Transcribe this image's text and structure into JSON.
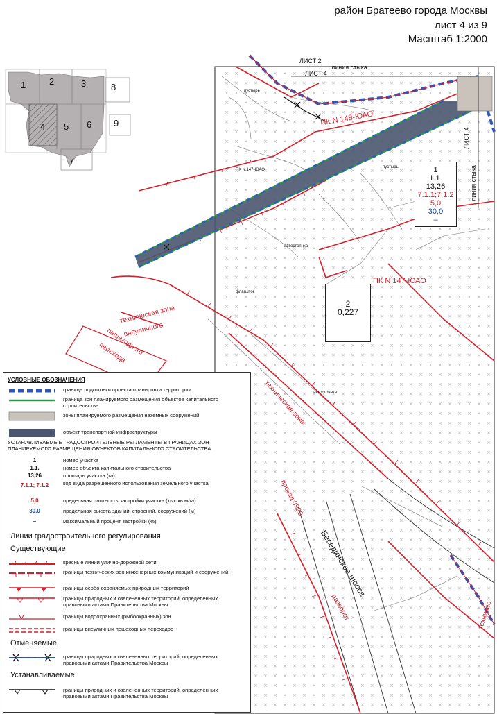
{
  "header": {
    "district": "район Братеево города Москвы",
    "sheet": "лист 4 из 9",
    "scale": "Масштаб 1:2000"
  },
  "index_map": {
    "cells": [
      "1",
      "2",
      "3",
      "4",
      "5",
      "6",
      "7",
      "8",
      "9"
    ],
    "current": "4"
  },
  "map_labels": {
    "sheet2": "ЛИСТ 2",
    "sheet4_top": "ЛИСТ 4",
    "junction_top": "линия стыка",
    "pk_top": "ПК N 148-ЮАО",
    "pk_small": "ПК N 147-ЮАО",
    "pk_main": "ПК N 147-ЮАО",
    "sheet4_right": "ЛИСТ 4",
    "junction_right": "линия стыка",
    "tech_zone": "техническая зона",
    "offstreet": "внеуличного",
    "pedestrian": "пешеходного",
    "crossing": "перехода",
    "tech_zone2": "техническая зона",
    "road": "Бесединское шоссе",
    "proezd": "проезд 3920",
    "razvorot": "разворот",
    "parking1": "автостоянка",
    "parking2": "автостоянка",
    "wasteland1": "пустырь",
    "wasteland2": "пустырь",
    "flagpole": "флагшток",
    "tech_right": "техничес"
  },
  "parcel1": {
    "number": "1",
    "object": "1.1.",
    "area": "13,26",
    "use_code": "7.1.1;7.1.2",
    "density": "5,0",
    "height": "30,0",
    "percent": "–"
  },
  "parcel2": {
    "number": "2",
    "area": "0,227"
  },
  "legend": {
    "title": "УСЛОВНЫЕ ОБОЗНАЧЕНИЯ",
    "items": [
      "граница подготовки проекта планировки территории",
      "граница зон планируемого размещения объектов капитального строительства",
      "зоны планируемого размещения наземных сооружений",
      "объект транспортной инфраструктуры"
    ],
    "reg_title": "УСТАНАВЛИВАЕМЫЕ ГРАДОСТРОИТЕЛЬНЫЕ РЕГЛАМЕНТЫ В ГРАНИЦАХ ЗОН ПЛАНИРУЕМОГО РАЗМЕЩЕНИЯ ОБЪЕКТОВ КАПИТАЛЬНОГО СТРОИТЕЛЬСТВА",
    "regs": [
      {
        "code": "1",
        "text": "номер участка"
      },
      {
        "code": "1.1.",
        "text": "номер объекта капитального строительства"
      },
      {
        "code": "13,26",
        "text": "площадь участка (га)"
      },
      {
        "code": "7.1.1; 7.1.2",
        "text": "код вида разрешенного использования земельного участка"
      },
      {
        "code": "5,0",
        "text": "предельная плотность застройки участка (тыс.кв.м/га)"
      },
      {
        "code": "30,0",
        "text": "предельная высота зданий, строений, сооружений (м)"
      },
      {
        "code": "–",
        "text": "максимальный процент застройки (%)"
      }
    ],
    "lines_title": "Линии градостроительного регулирования",
    "existing_title": "Существующие",
    "existing": [
      "красные линии улично-дорожной сети",
      "границы технических зон инженерных коммуникаций и сооружений",
      "границы особо охраняемых природных территорий",
      "границы природных и озелененных территорий, определенных правовыми актами Правительства Москвы",
      "границы водоохранных (рыбоохранных) зон",
      "границы внеуличных пешеходных переходов"
    ],
    "cancelled_title": "Отменяемые",
    "cancelled": "границы природных и озелененных территорий, определенных правовыми актами Правительства Москвы",
    "established_title": "Устанавливаемые",
    "established": "границы природных и озелененных территорий, определенных правовыми актами Правительства Москвы"
  },
  "colors": {
    "red_line": "#d21f2b",
    "blue_dash": "#2a57b8",
    "green_line": "#2a9a4a",
    "transport_fill": "#4a5670",
    "zone_fill": "#c9c3bb",
    "index_fill": "#b5b1b3"
  }
}
